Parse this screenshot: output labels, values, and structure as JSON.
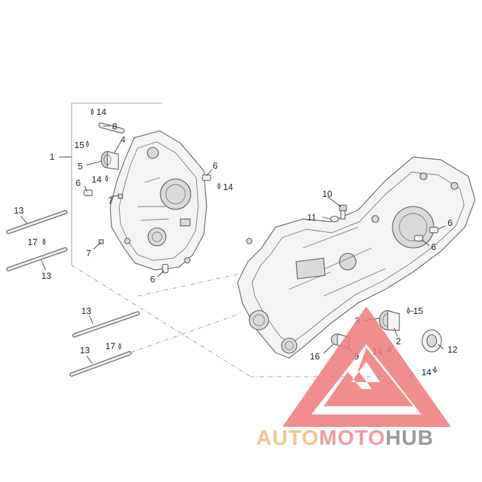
{
  "parts": {
    "p1": "1",
    "p2": "2",
    "p3": "3",
    "p4": "4",
    "p5": "5",
    "p6": "6",
    "p7": "7",
    "p8": "8",
    "p9": "9",
    "p10": "10",
    "p11": "11",
    "p12": "12",
    "p13": "13",
    "p14": "14",
    "p15": "15",
    "p16": "16",
    "p17": "17"
  },
  "watermark": {
    "part1": "AUTO",
    "part2": "MOTO",
    "part3": "HUB",
    "color1": "#f3c48a",
    "color2": "#f19a9a",
    "color3": "#9a9a9a",
    "logo_color": "#ee7b7b"
  }
}
